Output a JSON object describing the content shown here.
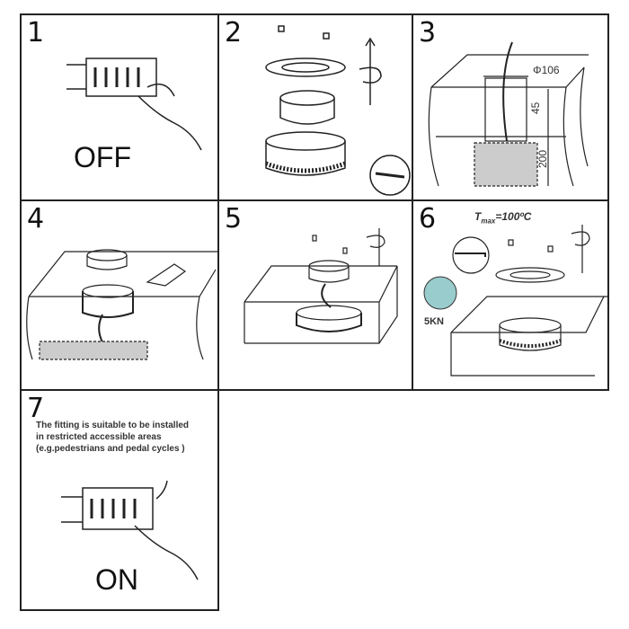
{
  "steps": [
    {
      "number": "1",
      "label": "OFF"
    },
    {
      "number": "2"
    },
    {
      "number": "3",
      "dimensions": {
        "diameter": "Φ106",
        "depth": "45",
        "gravel": "200"
      }
    },
    {
      "number": "4"
    },
    {
      "number": "5"
    },
    {
      "number": "6",
      "tmax_symbol": "T",
      "tmax_sub": "max",
      "tmax_value": "=100ºC",
      "load": "5KN"
    },
    {
      "number": "7",
      "note": [
        "The fitting is suitable to be installed",
        "in restricted accessible areas",
        "(e.g.pedestrians and pedal cycles )"
      ],
      "label": "ON"
    }
  ]
}
